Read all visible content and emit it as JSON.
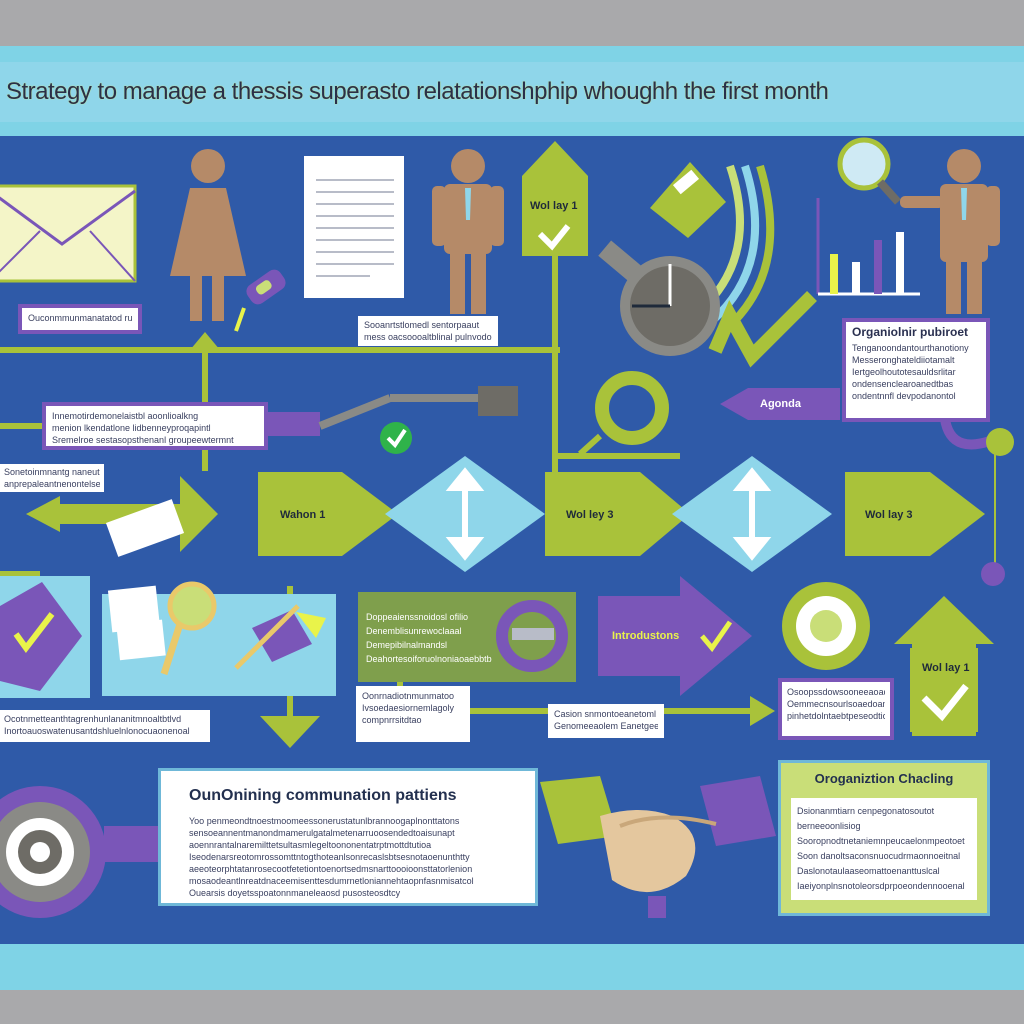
{
  "title": "Strategy to manage a thessis superasto relatationshphip whoughh the first month",
  "labels": {
    "top_arrow": "Wol lay 1",
    "week_a": "Wahon 1",
    "week_b": "Wol ley 3",
    "week_c": "Wol lay 3",
    "agenda": "Agonda",
    "introductions": "Introdustons",
    "right_arrow": "Wol lay 1"
  },
  "boxes": {
    "left_note": "Ouconmmunmanatatod rualtoltimnitnoltbs",
    "doc_note": [
      "Sooanrtstlomedl sentorpaaut",
      "mess oacsoooaltblinal pulnvodonm"
    ],
    "org_head": "Organiolnir pubiroet",
    "org_lines": [
      "Tenganoondantourthanotiony",
      "Messeronghateldiiotamalt",
      "Iertgeolhoutotesauldsrlitar",
      "ondensenclearoanedtbas",
      "ondentnnfl devpodanontol"
    ],
    "mid_note": [
      "Innemotirdemonelaistbl aoonlioalkng",
      "menion lkendatlone lidbenneyproqapintl",
      "Sremelroe sestasopsthenanl groupeewtermnt"
    ],
    "side_note": [
      "Sonetoinmnantg naneutoo",
      "anprepaleantnenontelsenmit"
    ],
    "lower_left": [
      "Ocotnmetteanthtagrenhunlananitmnoaltbtlvd",
      "Inortoauoswatenusantdshluelnlonocuaonenoal"
    ],
    "green_card": [
      "Doppeaienssnoidosl ofilio",
      "Denemblisunrewoclaaal",
      "Demepibilnalmandsl",
      "Deahortesoiforuolnoniaoaebbtb"
    ],
    "comm_small": [
      "Oonrnadiotnmunmatoo",
      "Ivsoedaesiornemlagoly",
      "compnrrsitdtao"
    ],
    "comm_small2": [
      "Casion snmontoeanetoml",
      "Genomeeaolem Eanetgee"
    ],
    "right_note": [
      "Osoopssdowsooneeaoadi",
      "Oemmecnsourlsoaedoanrto",
      "pinhetdolntaebtpeseodtioy"
    ]
  },
  "comm_box": {
    "heading": "OunOnining communation pattiens",
    "lines": [
      "Yoo penmeondtnoestmoomeessonerustatunlbrannoogaplnonttatons",
      "sensoeannentmanondmamerulgatalmetenarruoosendedtoaisunapt",
      "aoennrantalnaremilttetsultasmlegeltoononentatrptmottdtutioa",
      "Iseodenarsreotomrossomttntogthoteanlsonrecaslsbtsesnotaoenunthtty",
      "aeeoteorphtatanrosecootfetetiontoenortsedmsnarttoooioonsttatorlenion",
      "mosaodeantlnreatdnaceemisenttesdumrnetloniannehtaopnfasnmisatcol",
      "Ouearsis doyetsspoatonnmaneleaosd pusosteosdtcy"
    ]
  },
  "check_box": {
    "heading": "Oroganiztion Chacling",
    "lines": [
      "Dsionanmtiarn cenpegonatosoutot",
      "berneeoonlisiog",
      "Sooropnodtnetaniemnpeucaelonmpeotoet",
      "Soon danoltsaconsnuocudrmaonnoeitnal",
      "Daslonotaulaaseomattoenanttuslcal",
      "Iaeiyonplnsnotoleorsdprpoeondennooenal"
    ]
  },
  "colors": {
    "board": "#2f5aa8",
    "lime": "#a9c23a",
    "purple": "#7a56b8",
    "sky": "#8fd6ea",
    "skin": "#b58a68"
  }
}
